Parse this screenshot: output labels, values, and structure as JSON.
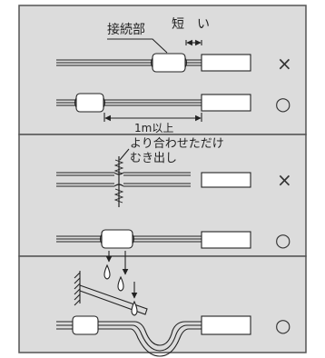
{
  "panel1": {
    "connection_label": "接続部",
    "short_label": "短　い",
    "verdict_bad": "×",
    "distance_label": "1m以上",
    "verdict_good": "○"
  },
  "panel2": {
    "twist_label_line1": "より合わせただけ",
    "twist_label_line2": "むき出し",
    "verdict_bad": "×",
    "verdict_good": "○"
  },
  "panel3": {
    "verdict_good": "○"
  },
  "colors": {
    "panel_bg": "#dcdcdc",
    "panel_border": "#555555",
    "line": "#222222",
    "mark": "#333333"
  }
}
